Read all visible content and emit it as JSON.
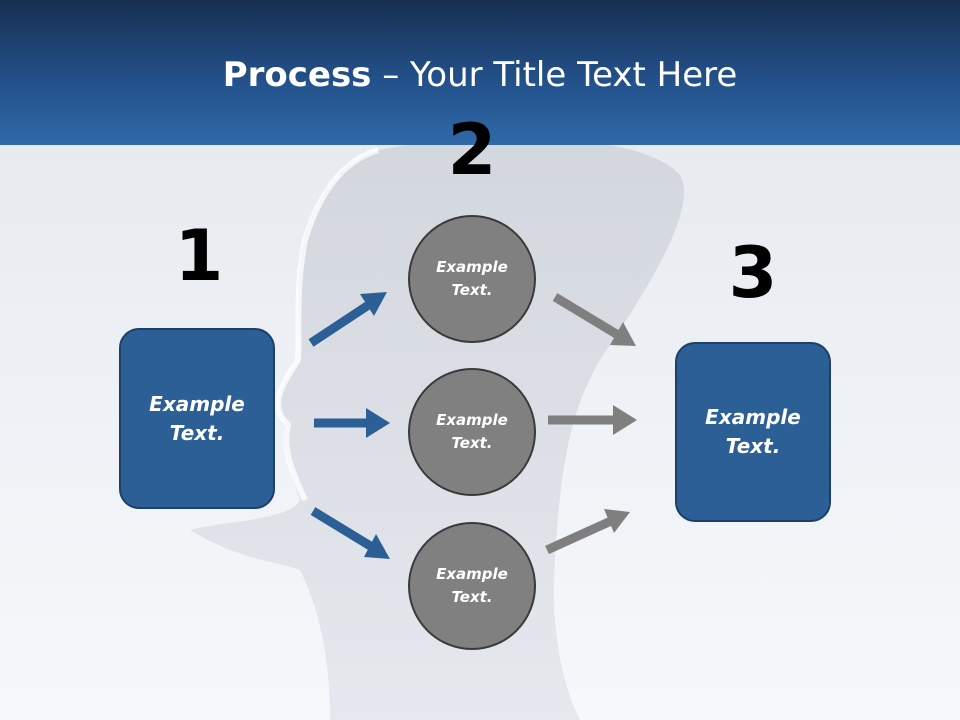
{
  "title": {
    "bold": "Process",
    "rest": " – Your Title Text Here"
  },
  "steps": {
    "one": "1",
    "two": "2",
    "three": "3"
  },
  "left_box": {
    "line1": "Example",
    "line2": "Text."
  },
  "right_box": {
    "line1": "Example",
    "line2": "Text."
  },
  "circles": [
    {
      "line1": "Example",
      "line2": "Text."
    },
    {
      "line1": "Example",
      "line2": "Text."
    },
    {
      "line1": "Example",
      "line2": "Text."
    }
  ],
  "colors": {
    "header": "#23508a",
    "box": "#2d5f97",
    "circle": "#808080",
    "arrow_blue": "#2d5f97",
    "arrow_gray": "#7f7f7f"
  }
}
